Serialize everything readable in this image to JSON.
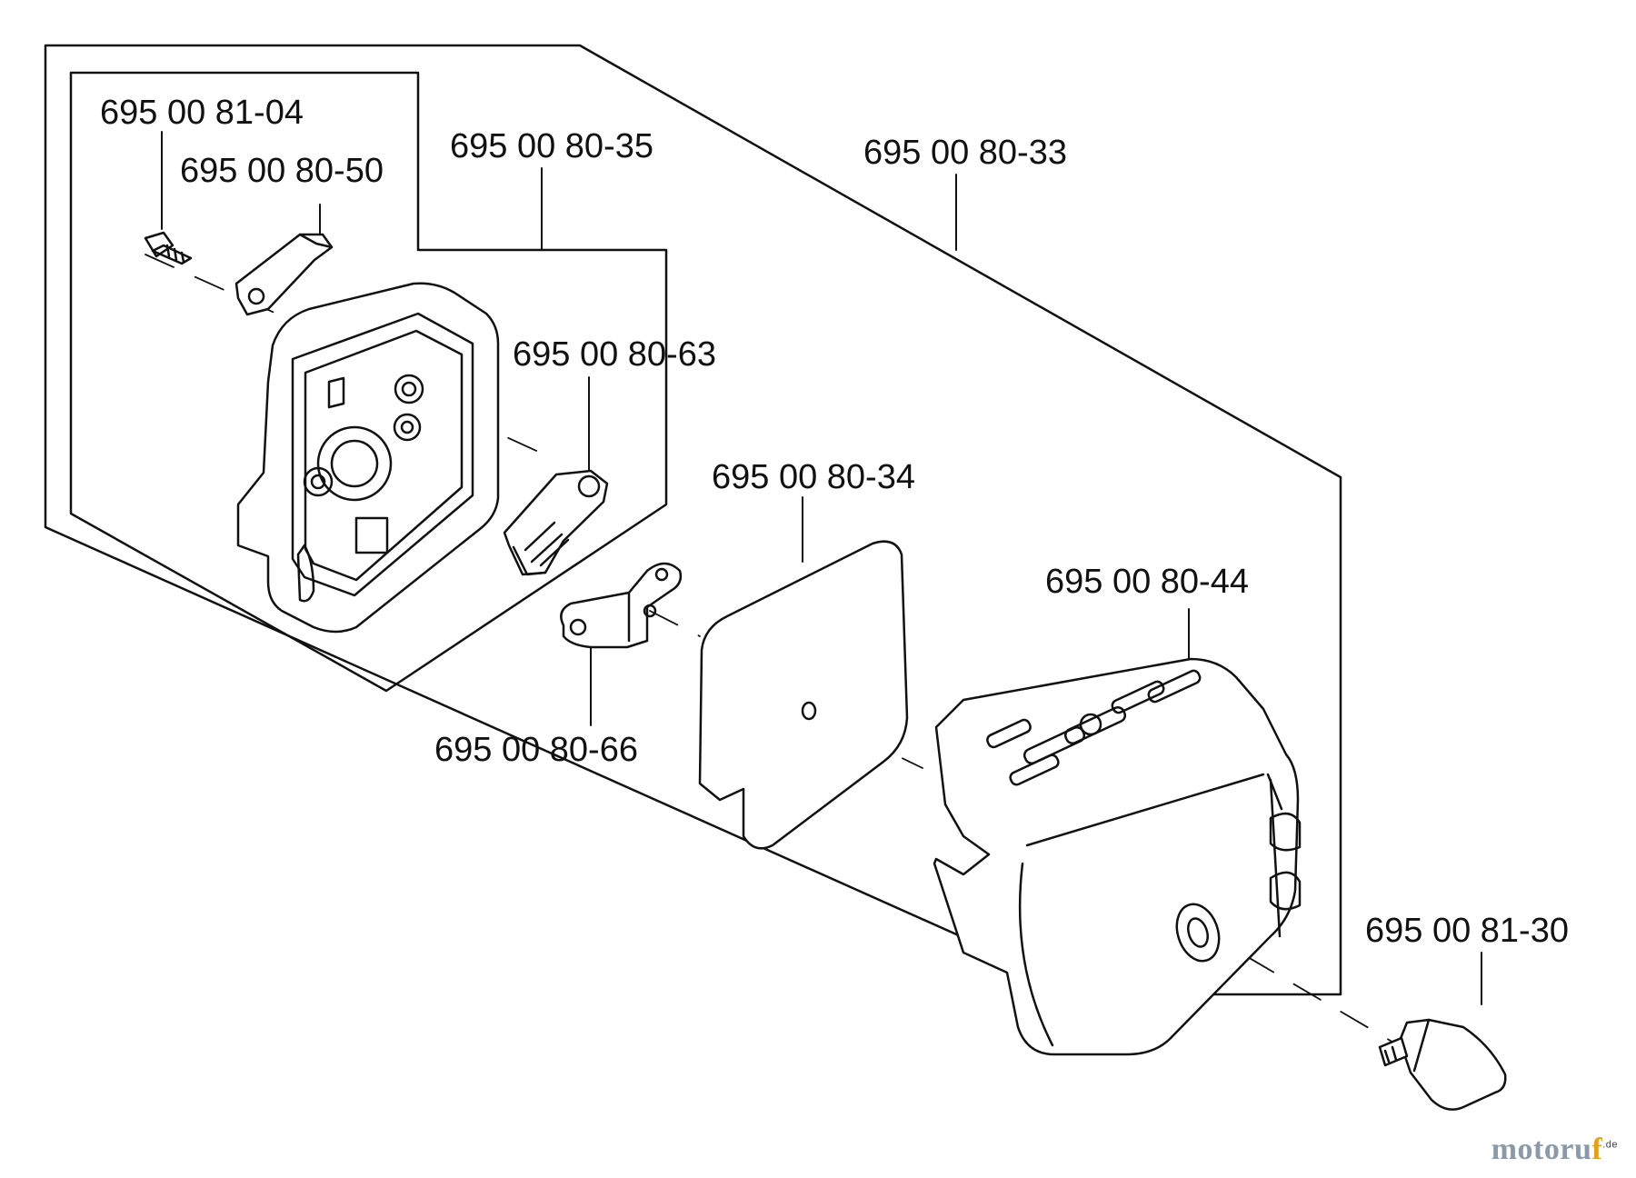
{
  "labels": {
    "bolt": "695 00 81-04",
    "lever": "695 00 80-50",
    "cover_assembly": "695 00 80-35",
    "kit": "695 00 80-33",
    "choke_lever": "695 00 80-63",
    "filter": "695 00 80-34",
    "housing": "695 00 80-44",
    "bracket": "695 00 80-66",
    "knob": "695 00 81-30"
  },
  "brand": {
    "name": "motoruf",
    "tld": ".de",
    "colors": {
      "text": "#8a9aa8",
      "accent": "#e0a020"
    }
  }
}
